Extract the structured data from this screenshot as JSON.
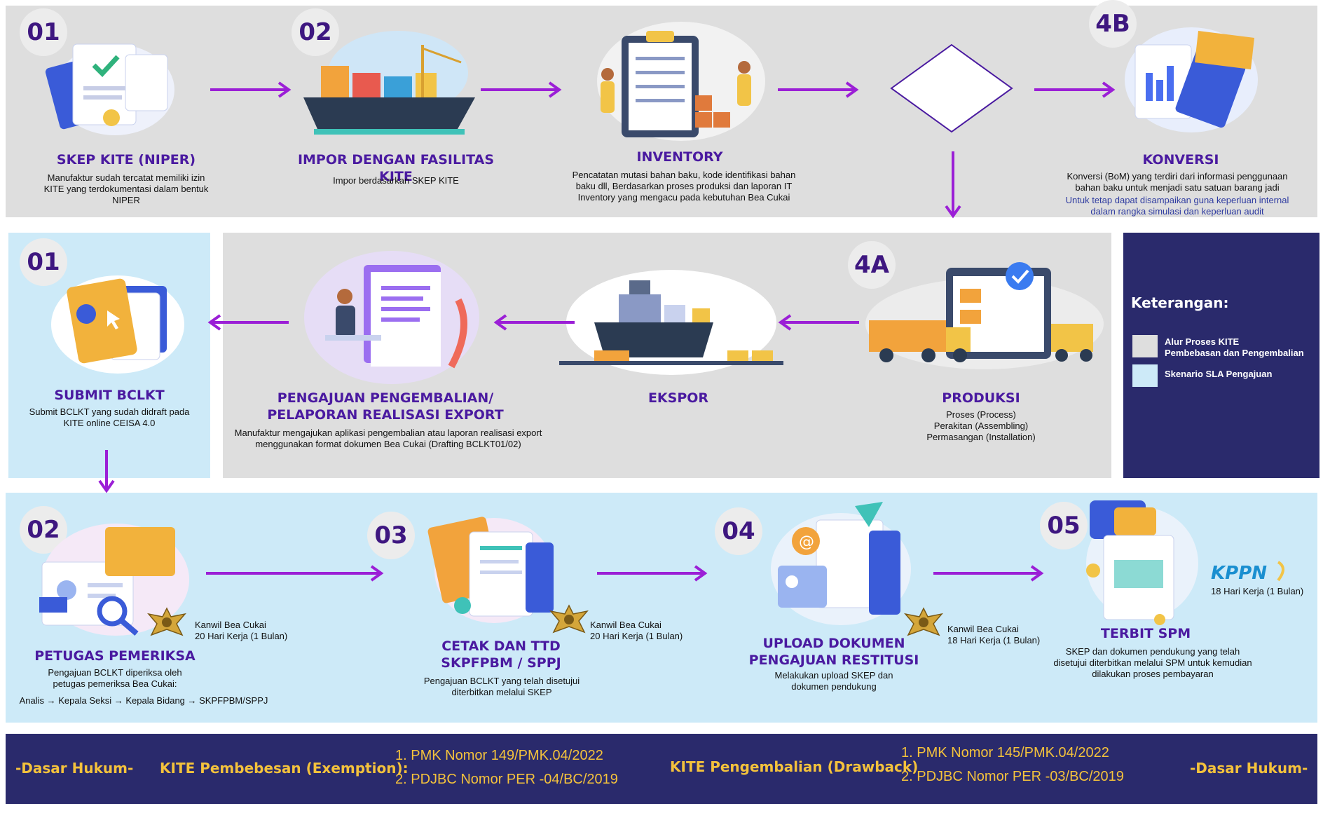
{
  "flow": {
    "skep": {
      "badge": "01",
      "title": "SKEP KITE (NIPER)",
      "desc": "Manufaktur sudah tercatat memiliki izin KITE yang terdokumentasi dalam bentuk NIPER"
    },
    "impor": {
      "badge": "02",
      "title": "IMPOR DENGAN FASILITAS KITE",
      "desc": "Impor berdasarkan SKEP KITE"
    },
    "inventory": {
      "title": "INVENTORY",
      "desc": "Pencatatan mutasi bahan baku, kode identifikasi bahan baku dll, Berdasarkan proses produksi dan laporan IT Inventory yang mengacu pada kebutuhan Bea Cukai"
    },
    "konversi": {
      "badge": "4B",
      "title": "KONVERSI",
      "desc": "Konversi (BoM) yang terdiri dari informasi penggunaan bahan baku untuk menjadi satu satuan barang jadi",
      "note": "Untuk tetap dapat disampaikan guna keperluan internal dalam rangka simulasi dan keperluan audit"
    },
    "produksi": {
      "badge": "4A",
      "title": "PRODUKSI",
      "lines": [
        "Proses (Process)",
        "Perakitan (Assembling)",
        "Permasangan (Installation)"
      ]
    },
    "ekspor": {
      "title": "EKSPOR"
    },
    "pengajuan": {
      "title_line1": "PENGAJUAN PENGEMBALIAN/",
      "title_line2": "PELAPORAN REALISASI EXPORT",
      "desc": "Manufaktur mengajukan aplikasi pengembalian atau laporan realisasi export menggunakan format dokumen Bea Cukai (Drafting BCLKT01/02)"
    },
    "submit": {
      "badge": "01",
      "title": "SUBMIT BCLKT",
      "desc": "Submit BCLKT yang sudah didraft pada KITE online CEISA 4.0"
    }
  },
  "sla": {
    "petugas": {
      "badge": "02",
      "title": "PETUGAS PEMERIKSA",
      "desc": "Pengajuan BCLKT diperiksa oleh petugas pemeriksa Bea Cukai:",
      "chain": "Analis → Kepala Seksi → Kepala Bidang → SKPFPBM/SPPJ",
      "office": "Kanwil Bea Cukai",
      "duration": "20 Hari Kerja (1 Bulan)"
    },
    "cetak": {
      "badge": "03",
      "title_line1": "CETAK DAN TTD",
      "title_line2": "SKPFPBM / SPPJ",
      "desc": "Pengajuan BCLKT yang telah disetujui diterbitkan melalui SKEP",
      "office": "Kanwil Bea Cukai",
      "duration": "20 Hari Kerja (1 Bulan)"
    },
    "upload": {
      "badge": "04",
      "title_line1": "UPLOAD DOKUMEN",
      "title_line2": "PENGAJUAN RESTITUSI",
      "desc": "Melakukan upload SKEP dan dokumen pendukung",
      "office": "Kanwil Bea Cukai",
      "duration": "18 Hari Kerja (1 Bulan)"
    },
    "spm": {
      "badge": "05",
      "title": "TERBIT SPM",
      "desc": "SKEP dan dokumen pendukung yang telah disetujui diterbitkan melalui SPM untuk kemudian dilakukan proses pembayaran",
      "logo": "KPPN",
      "duration": "18 Hari Kerja (1 Bulan)"
    }
  },
  "legend": {
    "title": "Keterangan:",
    "items": [
      {
        "label_line1": "Alur Proses KITE",
        "label_line2": "Pembebasan dan Pengembalian",
        "color": "#dedede"
      },
      {
        "label_line1": "Skenario SLA Pengajuan",
        "label_line2": "",
        "color": "#cdeaf8"
      }
    ]
  },
  "footer": {
    "left_label": "-Dasar Hukum-",
    "right_label": "-Dasar Hukum-",
    "exemption_label": "KITE Pembebesan (Exemption):",
    "exemption_refs": [
      "1. PMK Nomor 149/PMK.04/2022",
      "2. PDJBC Nomor PER -04/BC/2019"
    ],
    "drawback_label": "KITE Pengembalian (Drawback)",
    "drawback_refs": [
      "1. PMK Nomor 145/PMK.04/2022",
      "2. PDJBC Nomor PER -03/BC/2019"
    ]
  },
  "colors": {
    "arrow": "#9b1fd6",
    "title": "#4a1aa0",
    "navy": "#2a2a6c",
    "gray_panel": "#dedede",
    "blue_panel": "#cdeaf8",
    "gold": "#f4c23c"
  }
}
